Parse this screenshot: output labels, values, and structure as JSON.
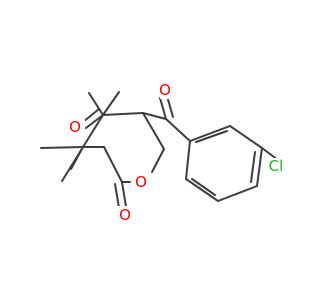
{
  "molecule": {
    "atoms": {
      "o_pyran": "O",
      "o_lactone": "O",
      "o_ketone": "O",
      "o_benzoyl": "O",
      "cl": "Cl"
    },
    "colors": {
      "bond": "#3d3d3d",
      "oxygen": "#ff0000",
      "chlorine": "#1fb81f",
      "background": "#ffffff"
    }
  }
}
